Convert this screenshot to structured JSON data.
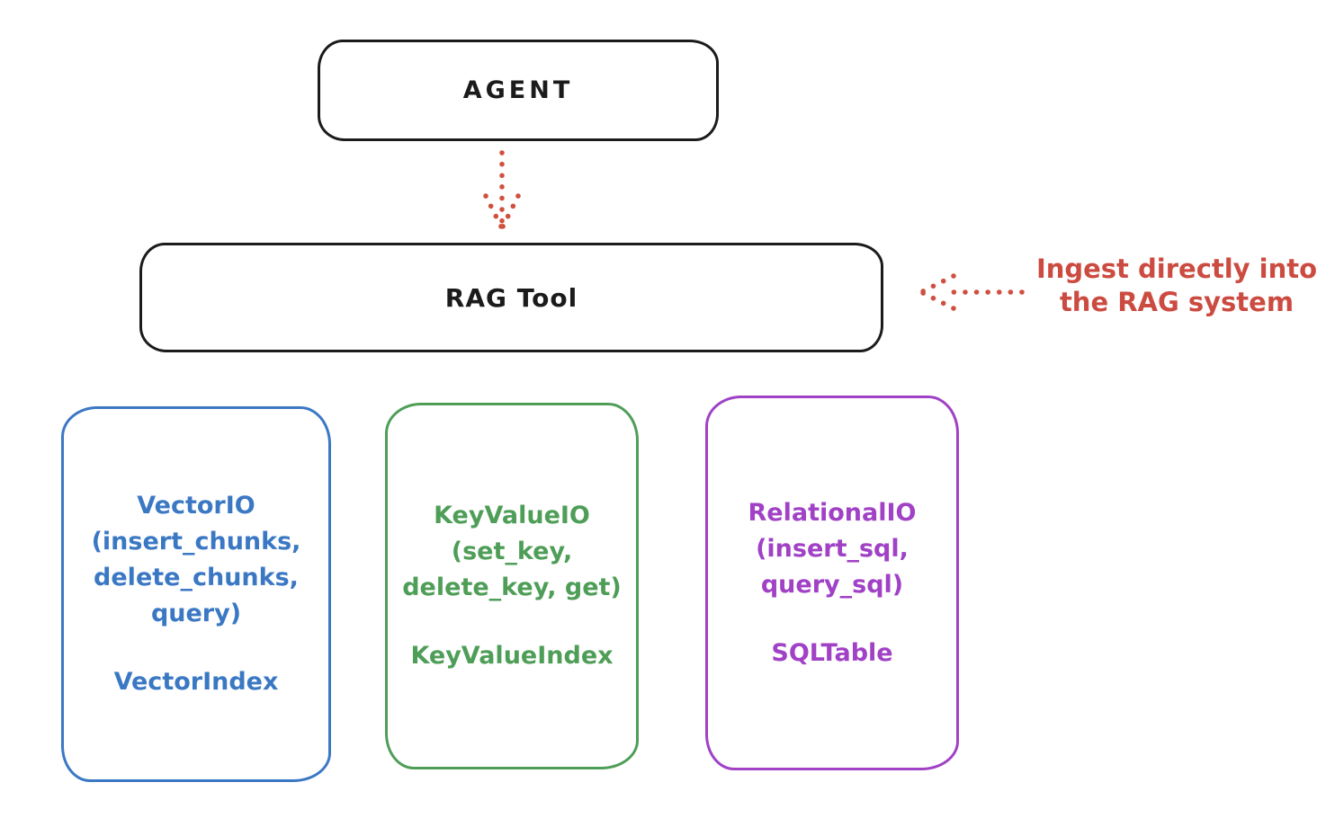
{
  "diagram": {
    "agent": {
      "label": "AGENT"
    },
    "rag": {
      "label": "RAG Tool"
    },
    "annotation": {
      "line1": "Ingest directly into",
      "line2": "the RAG system",
      "color": "#cc4b41"
    },
    "nodes": {
      "vector": {
        "title_lines": [
          "VectorIO",
          "(insert_chunks,",
          "delete_chunks,",
          "query)"
        ],
        "index_label": "VectorIndex",
        "color": "#3b78c4"
      },
      "keyvalue": {
        "title_lines": [
          "KeyValueIO",
          "(set_key,",
          "delete_key, get)"
        ],
        "index_label": "KeyValueIndex",
        "color": "#4f9e58"
      },
      "relational": {
        "title_lines": [
          "RelationalIO",
          "(insert_sql,",
          "query_sql)"
        ],
        "index_label": "SQLTable",
        "color": "#a041c6"
      }
    },
    "arrows": {
      "agent_to_rag": {
        "style": "dotted",
        "direction": "down",
        "color": "#d0503f"
      },
      "annotation_to_rag": {
        "style": "dotted",
        "direction": "left",
        "color": "#d0503f"
      }
    },
    "colors": {
      "box_stroke": "#1b1b1b",
      "background": "#ffffff"
    }
  }
}
